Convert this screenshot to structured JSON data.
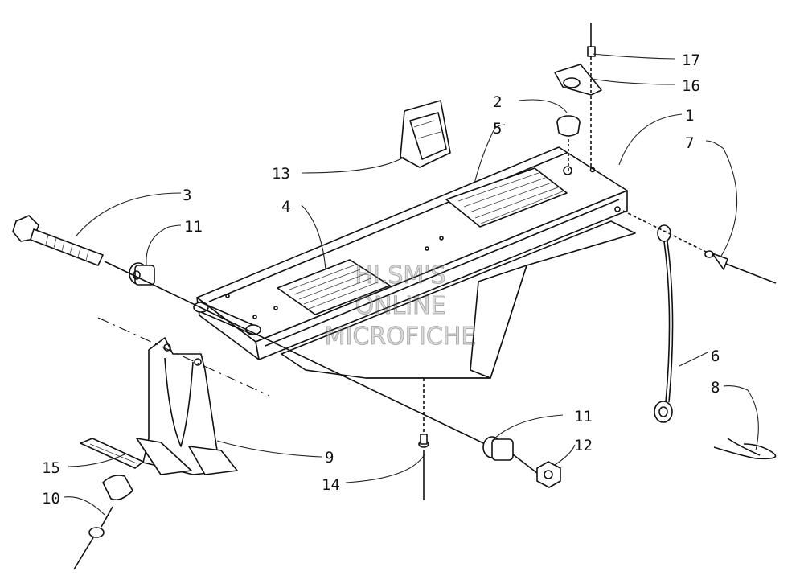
{
  "callouts": {
    "c1": "1",
    "c2": "2",
    "c3": "3",
    "c4": "4",
    "c5": "5",
    "c6": "6",
    "c7": "7",
    "c8": "8",
    "c9": "9",
    "c10": "10",
    "c11a": "11",
    "c11b": "11",
    "c12": "12",
    "c13": "13",
    "c14": "14",
    "c15": "15",
    "c16": "16",
    "c17": "17"
  },
  "watermark": {
    "line1": "HI.SM'S",
    "line2": "ONLINE",
    "line3": "MICROFICHE"
  }
}
